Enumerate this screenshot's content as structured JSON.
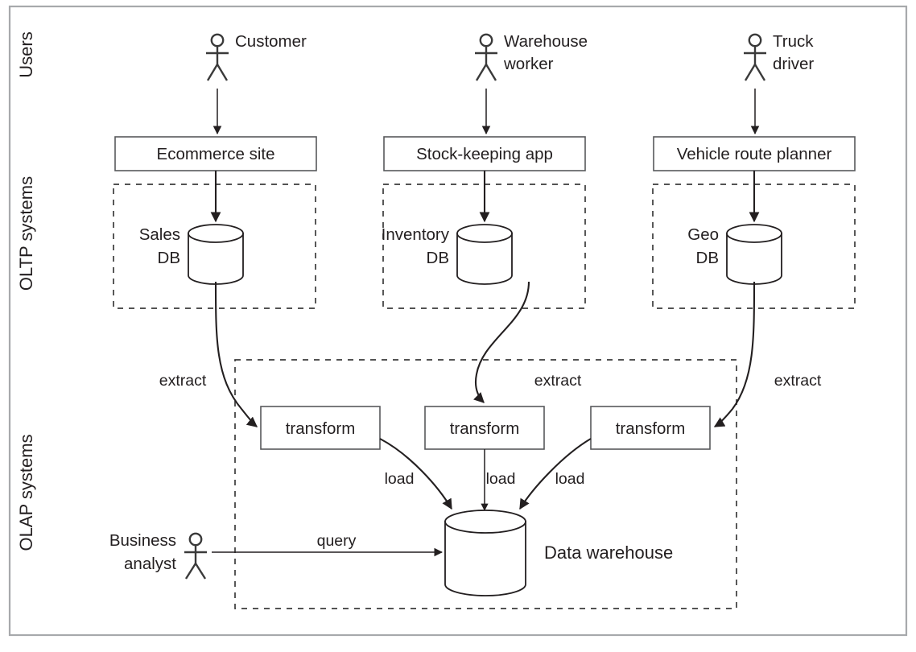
{
  "figure": {
    "title": "Data warehouse ETL architecture diagram",
    "background_color": "#ffffff",
    "frame_color": "#a7a9ac",
    "text_color": "#231f20",
    "box_stroke_color": "#58595b",
    "dashed_stroke_color": "#3b3b3b"
  },
  "swimlanes": [
    {
      "id": "users",
      "label": "Users"
    },
    {
      "id": "oltp",
      "label": "OLTP systems"
    },
    {
      "id": "olap",
      "label": "OLAP systems"
    }
  ],
  "actors": [
    {
      "id": "customer",
      "label": "Customer",
      "icon": "stick-figure-icon",
      "lane": "users"
    },
    {
      "id": "warehouse-worker",
      "label_line1": "Warehouse",
      "label_line2": "worker",
      "icon": "stick-figure-icon",
      "lane": "users"
    },
    {
      "id": "truck-driver",
      "label_line1": "Truck",
      "label_line2": "driver",
      "icon": "stick-figure-icon",
      "lane": "users"
    },
    {
      "id": "business-analyst",
      "label_line1": "Business",
      "label_line2": "analyst",
      "icon": "stick-figure-icon",
      "lane": "olap"
    }
  ],
  "oltp_systems": [
    {
      "id": "ecommerce",
      "app_label": "Ecommerce site",
      "db_label_line1": "Sales",
      "db_label_line2": "DB",
      "db_icon": "database-cylinder-icon"
    },
    {
      "id": "stock-keeping",
      "app_label": "Stock-keeping app",
      "db_label_line1": "Inventory",
      "db_label_line2": "DB",
      "db_icon": "database-cylinder-icon"
    },
    {
      "id": "vehicle-route",
      "app_label": "Vehicle route planner",
      "db_label_line1": "Geo",
      "db_label_line2": "DB",
      "db_icon": "database-cylinder-icon"
    }
  ],
  "olap": {
    "transforms": [
      {
        "id": "transform-left",
        "label": "transform"
      },
      {
        "id": "transform-middle",
        "label": "transform"
      },
      {
        "id": "transform-right",
        "label": "transform"
      }
    ],
    "warehouse": {
      "label": "Data warehouse",
      "icon": "database-cylinder-icon"
    }
  },
  "edge_labels": {
    "extract_left": "extract",
    "extract_middle": "extract",
    "extract_right": "extract",
    "load_left": "load",
    "load_middle": "load",
    "load_right": "load",
    "query": "query"
  },
  "chart_data": {
    "type": "diagram",
    "title": "ETL / data warehouse architecture",
    "nodes": [
      {
        "id": "customer",
        "type": "actor",
        "label": "Customer",
        "lane": "Users"
      },
      {
        "id": "warehouse-worker",
        "type": "actor",
        "label": "Warehouse worker",
        "lane": "Users"
      },
      {
        "id": "truck-driver",
        "type": "actor",
        "label": "Truck driver",
        "lane": "Users"
      },
      {
        "id": "ecommerce",
        "type": "application",
        "label": "Ecommerce site",
        "lane": "OLTP systems"
      },
      {
        "id": "stock-keeping",
        "type": "application",
        "label": "Stock-keeping app",
        "lane": "OLTP systems"
      },
      {
        "id": "vehicle-route",
        "type": "application",
        "label": "Vehicle route planner",
        "lane": "OLTP systems"
      },
      {
        "id": "sales-db",
        "type": "database",
        "label": "Sales DB",
        "lane": "OLTP systems"
      },
      {
        "id": "inventory-db",
        "type": "database",
        "label": "Inventory DB",
        "lane": "OLTP systems"
      },
      {
        "id": "geo-db",
        "type": "database",
        "label": "Geo DB",
        "lane": "OLTP systems"
      },
      {
        "id": "transform-left",
        "type": "process",
        "label": "transform",
        "lane": "OLAP systems"
      },
      {
        "id": "transform-middle",
        "type": "process",
        "label": "transform",
        "lane": "OLAP systems"
      },
      {
        "id": "transform-right",
        "type": "process",
        "label": "transform",
        "lane": "OLAP systems"
      },
      {
        "id": "data-warehouse",
        "type": "database",
        "label": "Data warehouse",
        "lane": "OLAP systems"
      },
      {
        "id": "business-analyst",
        "type": "actor",
        "label": "Business analyst",
        "lane": "OLAP systems"
      }
    ],
    "edges": [
      {
        "from": "customer",
        "to": "ecommerce",
        "label": ""
      },
      {
        "from": "warehouse-worker",
        "to": "stock-keeping",
        "label": ""
      },
      {
        "from": "truck-driver",
        "to": "vehicle-route",
        "label": ""
      },
      {
        "from": "ecommerce",
        "to": "sales-db",
        "label": ""
      },
      {
        "from": "stock-keeping",
        "to": "inventory-db",
        "label": ""
      },
      {
        "from": "vehicle-route",
        "to": "geo-db",
        "label": ""
      },
      {
        "from": "sales-db",
        "to": "transform-left",
        "label": "extract"
      },
      {
        "from": "inventory-db",
        "to": "transform-middle",
        "label": "extract"
      },
      {
        "from": "geo-db",
        "to": "transform-right",
        "label": "extract"
      },
      {
        "from": "transform-left",
        "to": "data-warehouse",
        "label": "load"
      },
      {
        "from": "transform-middle",
        "to": "data-warehouse",
        "label": "load"
      },
      {
        "from": "transform-right",
        "to": "data-warehouse",
        "label": "load"
      },
      {
        "from": "business-analyst",
        "to": "data-warehouse",
        "label": "query"
      }
    ]
  }
}
